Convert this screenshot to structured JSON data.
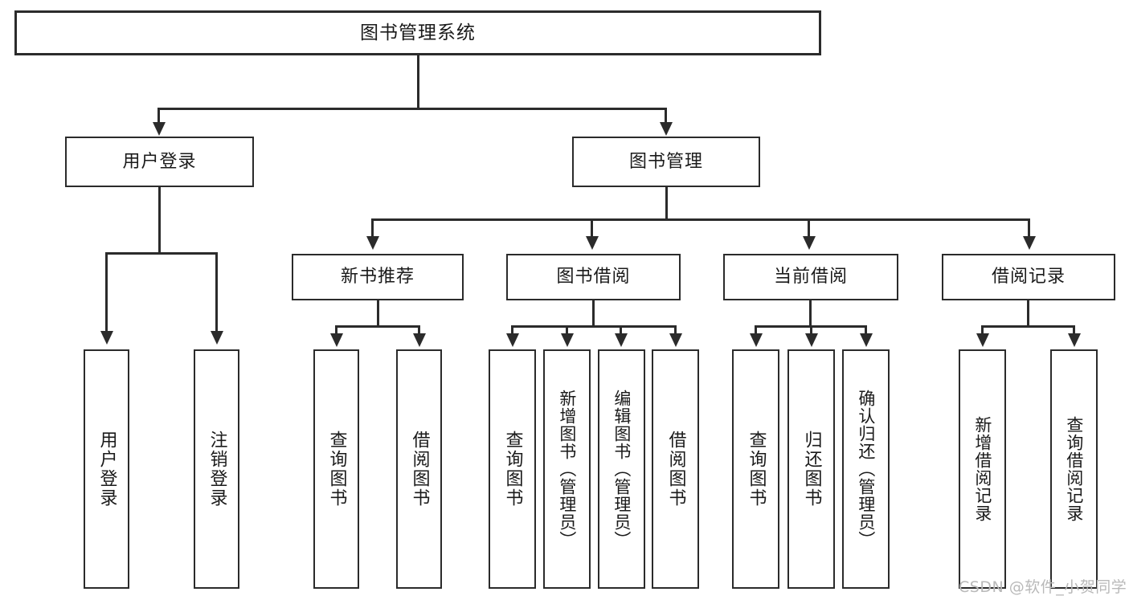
{
  "diagram": {
    "title": "图书管理系统",
    "watermark": "CSDN @软件_小贺同学",
    "accent_color": "#2b2b2b",
    "background_color": "#ffffff"
  },
  "nodes": {
    "root": {
      "label": "图书管理系统"
    },
    "level2": [
      {
        "label": "用户登录"
      },
      {
        "label": "图书管理"
      }
    ],
    "level3": [
      {
        "label": "新书推荐"
      },
      {
        "label": "图书借阅"
      },
      {
        "label": "当前借阅"
      },
      {
        "label": "借阅记录"
      }
    ],
    "leaves": {
      "user_login": [
        {
          "label": "用户登录"
        },
        {
          "label": "注销登录"
        }
      ],
      "new_book_recommend": [
        {
          "label": "查询图书"
        },
        {
          "label": "借阅图书"
        }
      ],
      "book_borrow": [
        {
          "label": "查询图书"
        },
        {
          "label": "新增图书（管理员）"
        },
        {
          "label": "编辑图书（管理员）"
        },
        {
          "label": "借阅图书"
        }
      ],
      "current_borrow": [
        {
          "label": "查询图书"
        },
        {
          "label": "归还图书"
        },
        {
          "label": "确认归还（管理员）"
        }
      ],
      "borrow_record": [
        {
          "label": "新增借阅记录"
        },
        {
          "label": "查询借阅记录"
        }
      ]
    }
  }
}
